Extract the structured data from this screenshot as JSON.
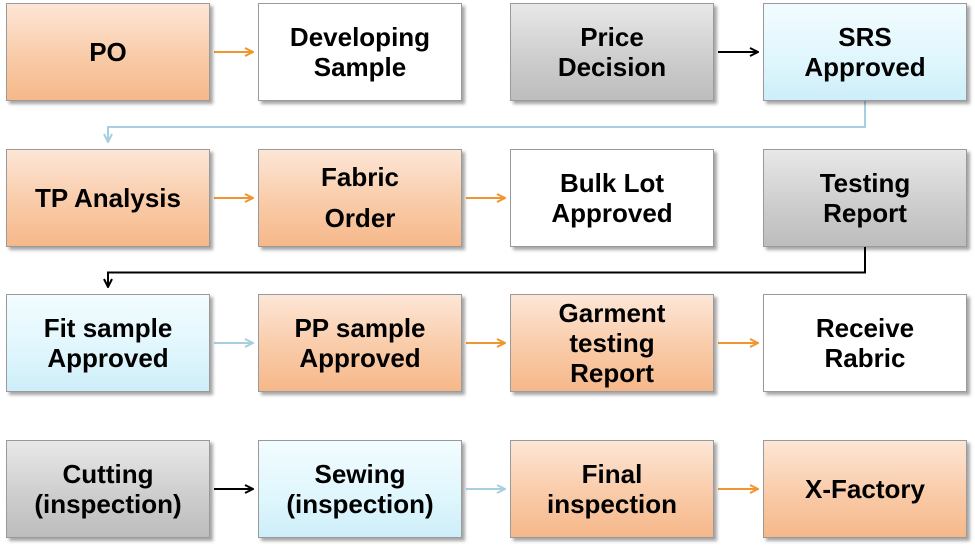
{
  "colors": {
    "orange_arrow": "#f0962e",
    "black_arrow": "#000000",
    "blue_arrow": "#a8cfe0"
  },
  "boxes": [
    {
      "id": "po",
      "label": "PO",
      "style": "orange"
    },
    {
      "id": "developing-sample",
      "label": "Developing\nSample",
      "style": "white"
    },
    {
      "id": "price-decision",
      "label": "Price\nDecision",
      "style": "gray"
    },
    {
      "id": "srs-approved",
      "label": "SRS\nApproved",
      "style": "cyan"
    },
    {
      "id": "tp-analysis",
      "label": "TP Analysis",
      "style": "orange"
    },
    {
      "id": "fabric-order",
      "label": "Fabric\nOrder",
      "style": "orange"
    },
    {
      "id": "bulk-lot-approved",
      "label": "Bulk Lot\nApproved",
      "style": "white"
    },
    {
      "id": "testing-report",
      "label": "Testing\nReport",
      "style": "gray"
    },
    {
      "id": "fit-sample-approved",
      "label": "Fit sample\nApproved",
      "style": "cyan"
    },
    {
      "id": "pp-sample-approved",
      "label": "PP sample\nApproved",
      "style": "orange"
    },
    {
      "id": "garment-testing-report",
      "label": "Garment\ntesting\nReport",
      "style": "orange"
    },
    {
      "id": "receive-rabric",
      "label": "Receive\nRabric",
      "style": "white"
    },
    {
      "id": "cutting-inspection",
      "label": "Cutting\n(inspection)",
      "style": "gray"
    },
    {
      "id": "sewing-inspection",
      "label": "Sewing\n(inspection)",
      "style": "cyan"
    },
    {
      "id": "final-inspection",
      "label": "Final\ninspection",
      "style": "orange"
    },
    {
      "id": "x-factory",
      "label": "X-Factory",
      "style": "orange"
    }
  ],
  "connectors": [
    {
      "from": "po",
      "to": "developing-sample",
      "color": "orange"
    },
    {
      "from": "price-decision",
      "to": "srs-approved",
      "color": "black"
    },
    {
      "from": "srs-approved",
      "to": "tp-analysis",
      "color": "blue"
    },
    {
      "from": "tp-analysis",
      "to": "fabric-order",
      "color": "orange"
    },
    {
      "from": "fabric-order",
      "to": "bulk-lot-approved",
      "color": "orange"
    },
    {
      "from": "testing-report",
      "to": "fit-sample-approved",
      "color": "black"
    },
    {
      "from": "fit-sample-approved",
      "to": "pp-sample-approved",
      "color": "blue"
    },
    {
      "from": "pp-sample-approved",
      "to": "garment-testing-report",
      "color": "orange"
    },
    {
      "from": "garment-testing-report",
      "to": "receive-rabric",
      "color": "orange"
    },
    {
      "from": "cutting-inspection",
      "to": "sewing-inspection",
      "color": "black"
    },
    {
      "from": "sewing-inspection",
      "to": "final-inspection",
      "color": "blue"
    },
    {
      "from": "final-inspection",
      "to": "x-factory",
      "color": "orange"
    }
  ]
}
